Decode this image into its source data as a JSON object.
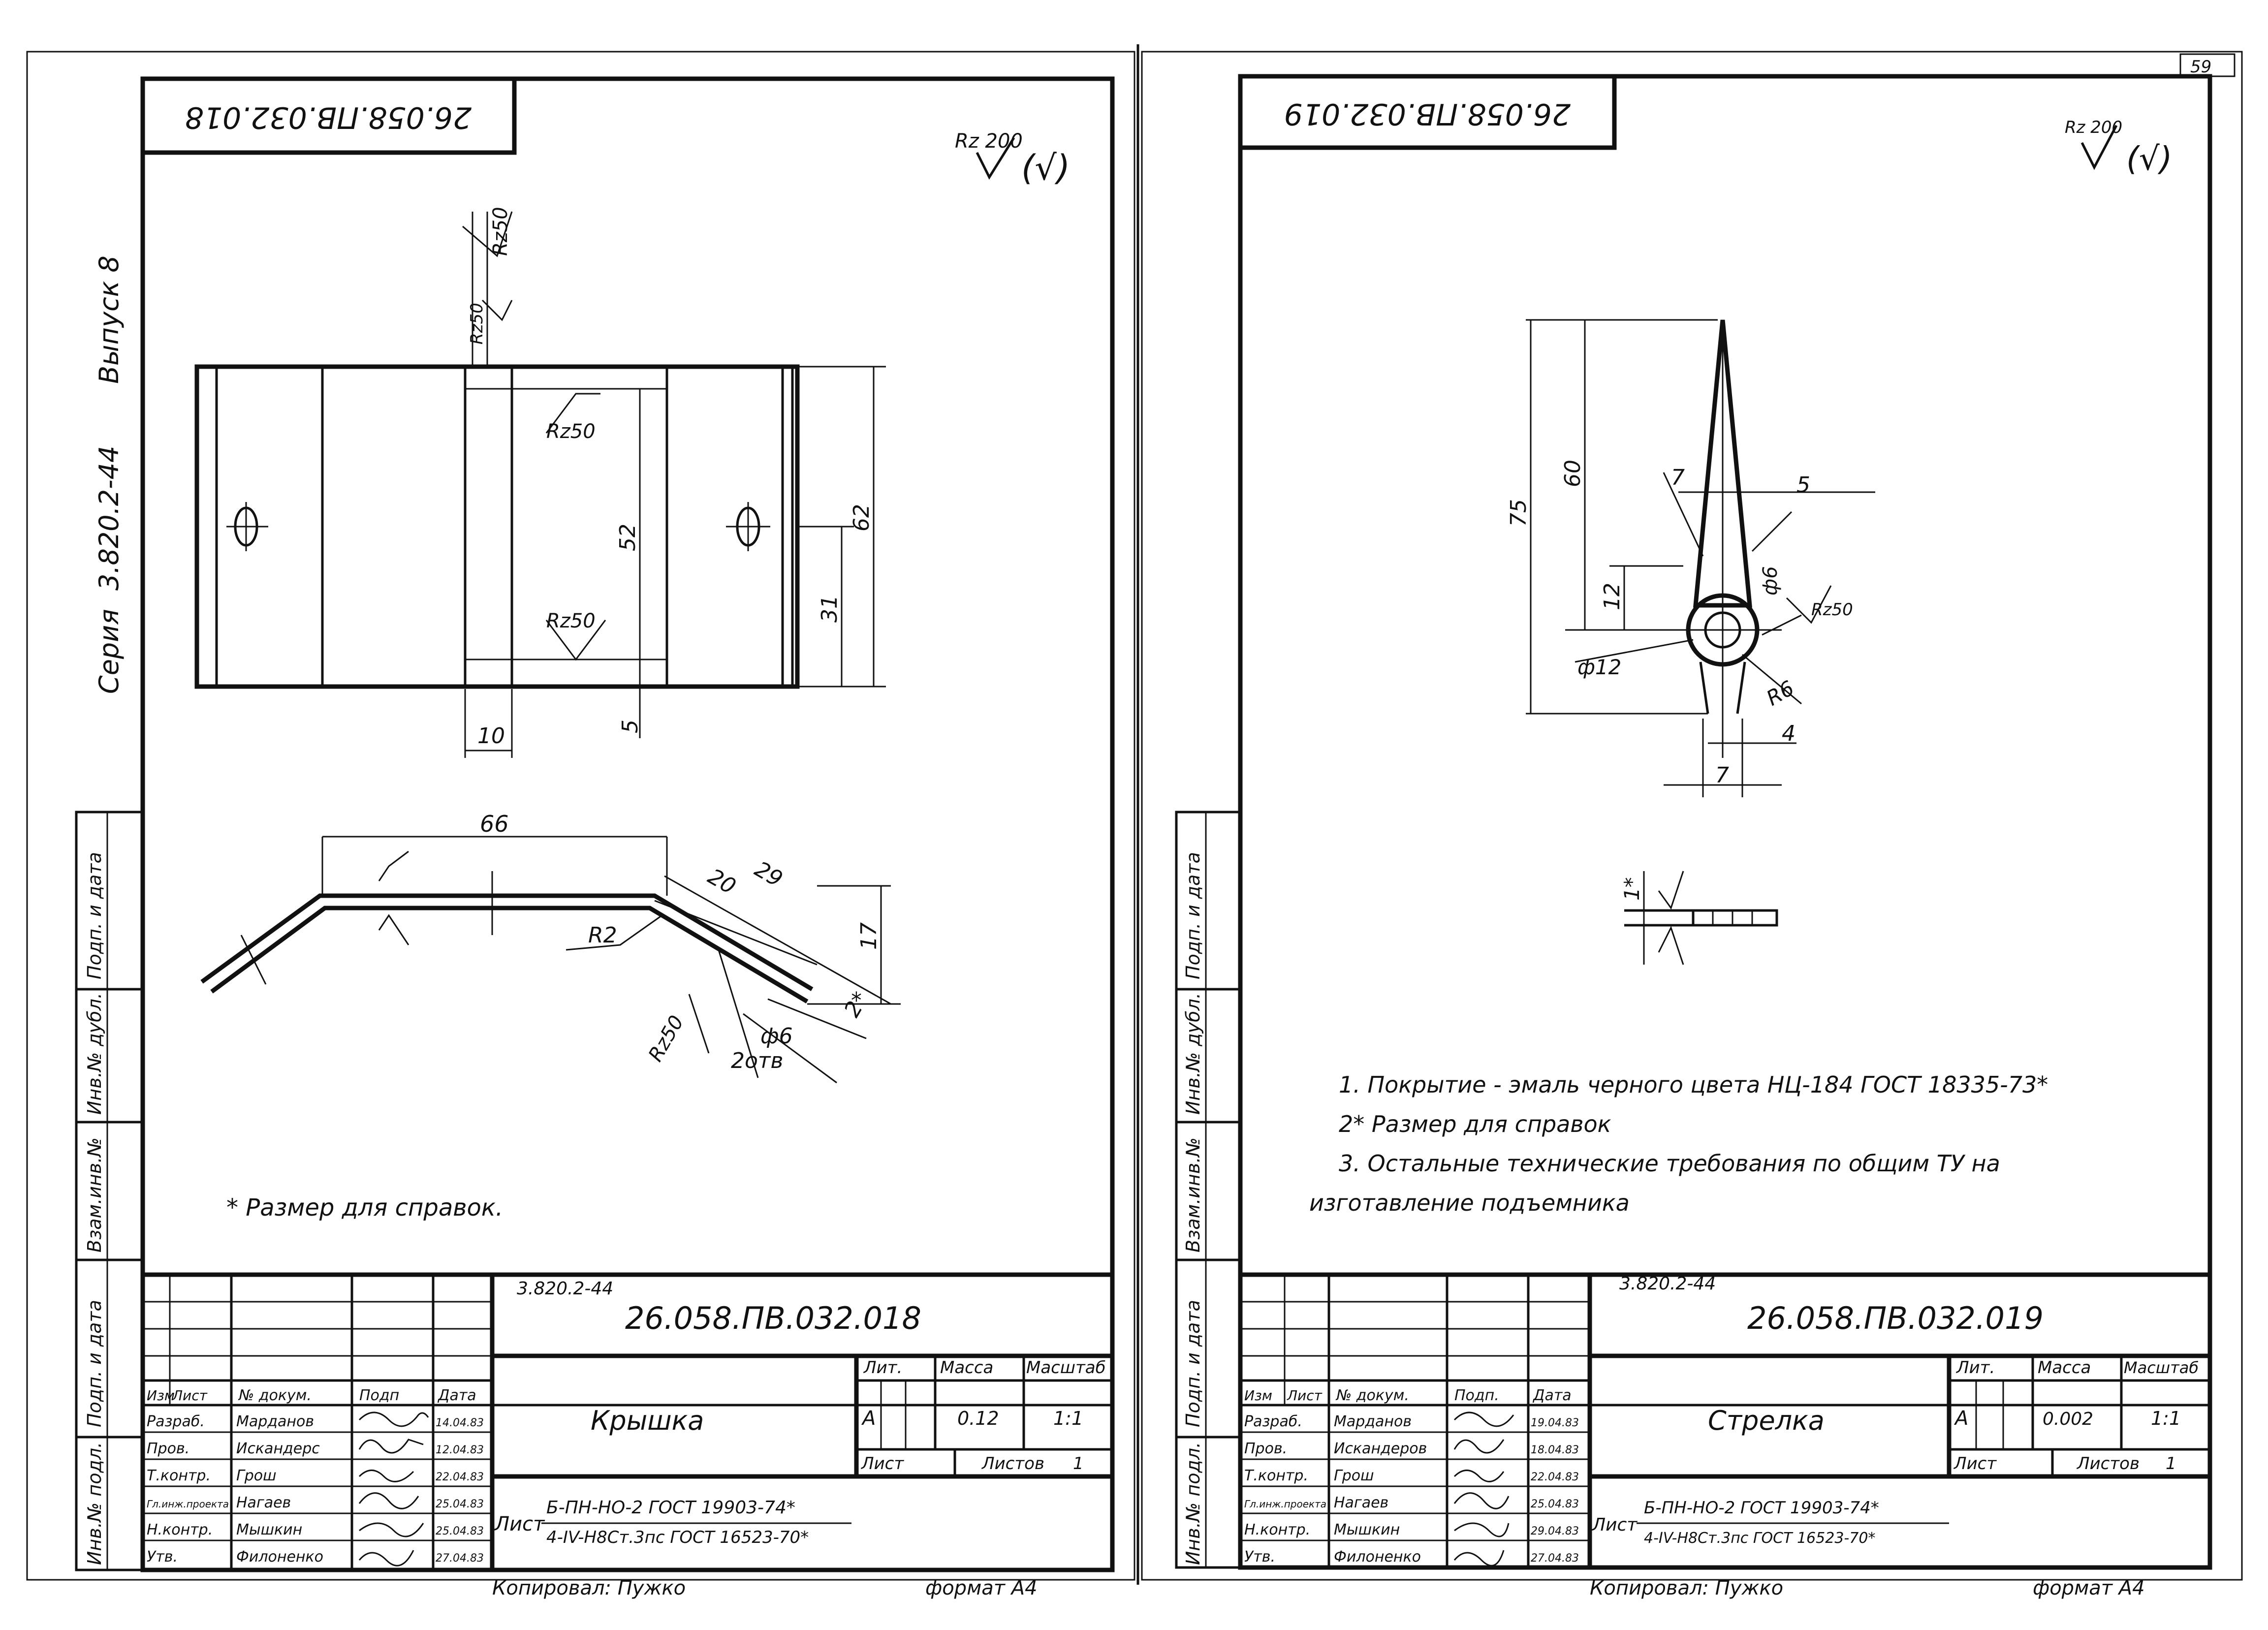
{
  "page_number": "59",
  "colors": {
    "ink": "#111111",
    "paper": "#ffffff"
  },
  "left_sheet": {
    "top_code_rotated": "26.058.ПВ.032.018",
    "roughness_general": "Rz 200",
    "roughness_general_suffix": "(√)",
    "series_label": "Серия",
    "series_value": "3.820.2-44",
    "issue_label": "Выпуск 8",
    "side_stamp": [
      "Подп. и дата",
      "Инв.№ дубл.",
      "Взам.инв.№",
      "Подп. и дата",
      "Инв.№ подл."
    ],
    "dims_top": [
      "Rz50",
      "Rz50",
      "Rz50",
      "52",
      "62",
      "31",
      "Rz50",
      "5",
      "10"
    ],
    "dims_bottom": [
      "66",
      "29",
      "20",
      "R2",
      "17",
      "2*",
      "Rz50",
      "ф6",
      "2отв"
    ],
    "note": "* Размер  для  справок.",
    "title_block": {
      "series": "3.820.2-44",
      "code": "26.058.ПВ.032.018",
      "name": "Крышка",
      "lit_label": "Лит.",
      "mass_label": "Масса",
      "scale_label": "Масштаб",
      "lit": "А",
      "mass": "0.12",
      "scale": "1:1",
      "sheet_label": "Лист",
      "sheets_label": "Листов",
      "sheets": "1",
      "head": [
        "Изм",
        "Лист",
        "№ докум.",
        "Подп",
        "Дата"
      ],
      "rows": [
        {
          "role": "Разраб.",
          "name": "Марданов",
          "date": "14.04.83"
        },
        {
          "role": "Пров.",
          "name": "Искандерс",
          "date": "12.04.83"
        },
        {
          "role": "Т.контр.",
          "name": "Грош",
          "date": "22.04.83"
        },
        {
          "role": "Гл.инж.проекта",
          "name": "Нагаев",
          "date": "25.04.83"
        },
        {
          "role": "Н.контр.",
          "name": "Мышкин",
          "date": "25.04.83"
        },
        {
          "role": "Утв.",
          "name": "Филоненко",
          "date": "27.04.83"
        }
      ],
      "material_label": "Лист",
      "material_1": "Б-ПН-НО-2 ГОСТ 19903-74*",
      "material_2": "4-IV-Н8Ст.3пс ГОСТ 16523-70*",
      "copied": "Копировал:  Пужко",
      "format": "формат  А4"
    }
  },
  "right_sheet": {
    "top_code_rotated": "26.058.ПВ.032.019",
    "roughness_general": "Rz 200",
    "roughness_general_suffix": "(√)",
    "side_stamp": [
      "Подп. и дата",
      "Инв.№ дубл.",
      "Взам.инв.№",
      "Подп. и дата",
      "Инв.№ подл."
    ],
    "dims": [
      "75",
      "60",
      "7",
      "5",
      "12",
      "ф6",
      "Rz50",
      "ф12",
      "R6",
      "4",
      "7",
      "1*"
    ],
    "notes": [
      "1. Покрытие - эмаль черного цвета НЦ-184 ГОСТ 18335-73*",
      "2* Размер для справок",
      "3. Остальные технические требования по общим ТУ на",
      "изготавление  подъемника"
    ],
    "title_block": {
      "series": "3.820.2-44",
      "code": "26.058.ПВ.032.019",
      "name": "Стрелка",
      "lit_label": "Лит.",
      "mass_label": "Масса",
      "scale_label": "Масштаб",
      "lit": "А",
      "mass": "0.002",
      "scale": "1:1",
      "sheet_label": "Лист",
      "sheets_label": "Листов",
      "sheets": "1",
      "head": [
        "Изм",
        "Лист",
        "№ докум.",
        "Подп.",
        "Дата"
      ],
      "rows": [
        {
          "role": "Разраб.",
          "name": "Марданов",
          "date": "19.04.83"
        },
        {
          "role": "Пров.",
          "name": "Искандеров",
          "date": "18.04.83"
        },
        {
          "role": "Т.контр.",
          "name": "Грош",
          "date": "22.04.83"
        },
        {
          "role": "Гл.инж.проекта",
          "name": "Нагаев",
          "date": "25.04.83"
        },
        {
          "role": "Н.контр.",
          "name": "Мышкин",
          "date": "29.04.83"
        },
        {
          "role": "Утв.",
          "name": "Филоненко",
          "date": "27.04.83"
        }
      ],
      "material_label": "Лист",
      "material_1": "Б-ПН-НО-2 ГОСТ 19903-74*",
      "material_2": "4-IV-Н8Ст.3пс ГОСТ 16523-70*",
      "copied": "Копировал:  Пужко",
      "format": "формат  А4"
    }
  }
}
